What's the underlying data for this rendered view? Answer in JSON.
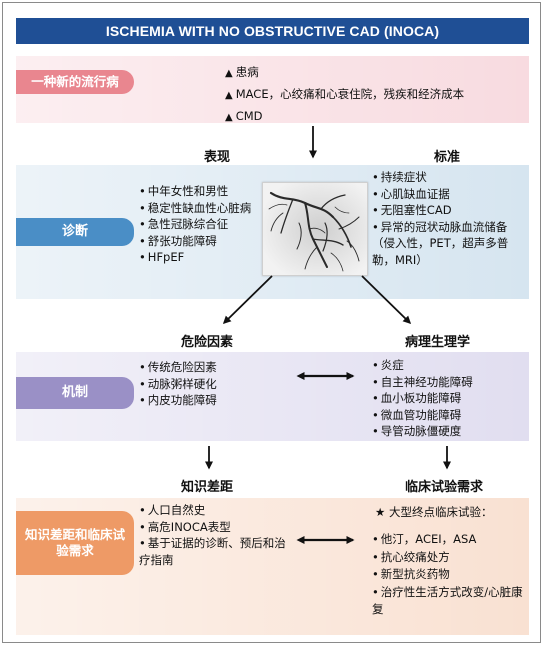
{
  "title": "ISCHEMIA WITH NO OBSTRUCTIVE CAD (INOCA)",
  "epidemic": {
    "tab": "一种新的流行病",
    "items": [
      "患病",
      "MACE，心绞痛和心衰住院，残疾和经济成本",
      "CMD"
    ]
  },
  "diagnosis": {
    "tab": "诊断",
    "left_heading": "表现",
    "right_heading": "标准",
    "presentation": [
      "中年女性和男性",
      "稳定性缺血性心脏病",
      "急性冠脉综合征",
      "舒张功能障碍",
      "HFpEF"
    ],
    "criteria": [
      "持续症状",
      "心肌缺血证据",
      "无阻塞性CAD",
      "异常的冠状动脉血流储备（侵入性，PET，超声多普勒，MRI）"
    ]
  },
  "mechanism": {
    "tab": "机制",
    "left_heading": "危险因素",
    "right_heading": "病理生理学",
    "risk_factors": [
      "传统危险因素",
      "动脉粥样硬化",
      "内皮功能障碍"
    ],
    "pathophysiology": [
      "炎症",
      "自主神经功能障碍",
      "血小板功能障碍",
      "微血管功能障碍",
      "导管动脉僵硬度"
    ]
  },
  "gaps": {
    "tab": "知识差距和临床试验需求",
    "left_heading": "知识差距",
    "right_heading": "临床试验需求",
    "knowledge_gaps": [
      "人口自然史",
      "高危INOCA表型",
      "基于证据的诊断、预后和治疗指南"
    ],
    "trial_intro": "大型终点临床试验：",
    "trial_needs": [
      "他汀，ACEI，ASA",
      "抗心绞痛处方",
      "新型抗炎药物",
      "治疗性生活方式改变/心脏康复"
    ]
  },
  "colors": {
    "title_bar": "#1f4f95",
    "pink": "#e9868f",
    "blue": "#4a8ec6",
    "purple": "#9a90c6",
    "orange": "#ee9a66"
  },
  "icons": [
    "up-arrow-icon",
    "down-arrow-icon",
    "double-arrow-icon",
    "diagonal-arrow-icon",
    "coronary-angiogram-image"
  ]
}
